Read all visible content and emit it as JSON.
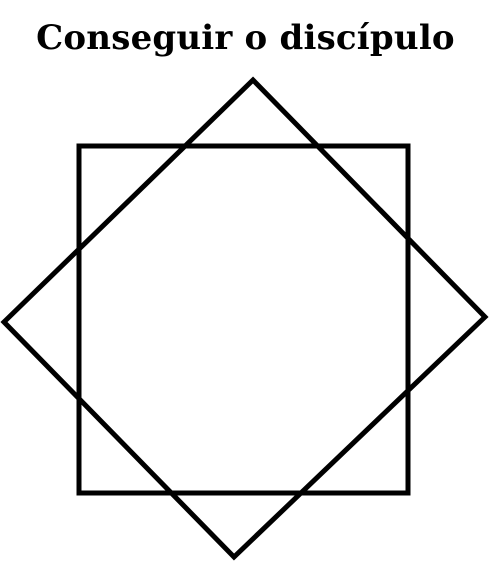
{
  "title": "Conseguir o discípulo",
  "figure": {
    "shapes": [
      {
        "name": "square",
        "icon": "square-outline"
      },
      {
        "name": "diamond",
        "icon": "rotated-square-outline"
      }
    ],
    "stroke_color": "#000000",
    "background_color": "#ffffff"
  }
}
